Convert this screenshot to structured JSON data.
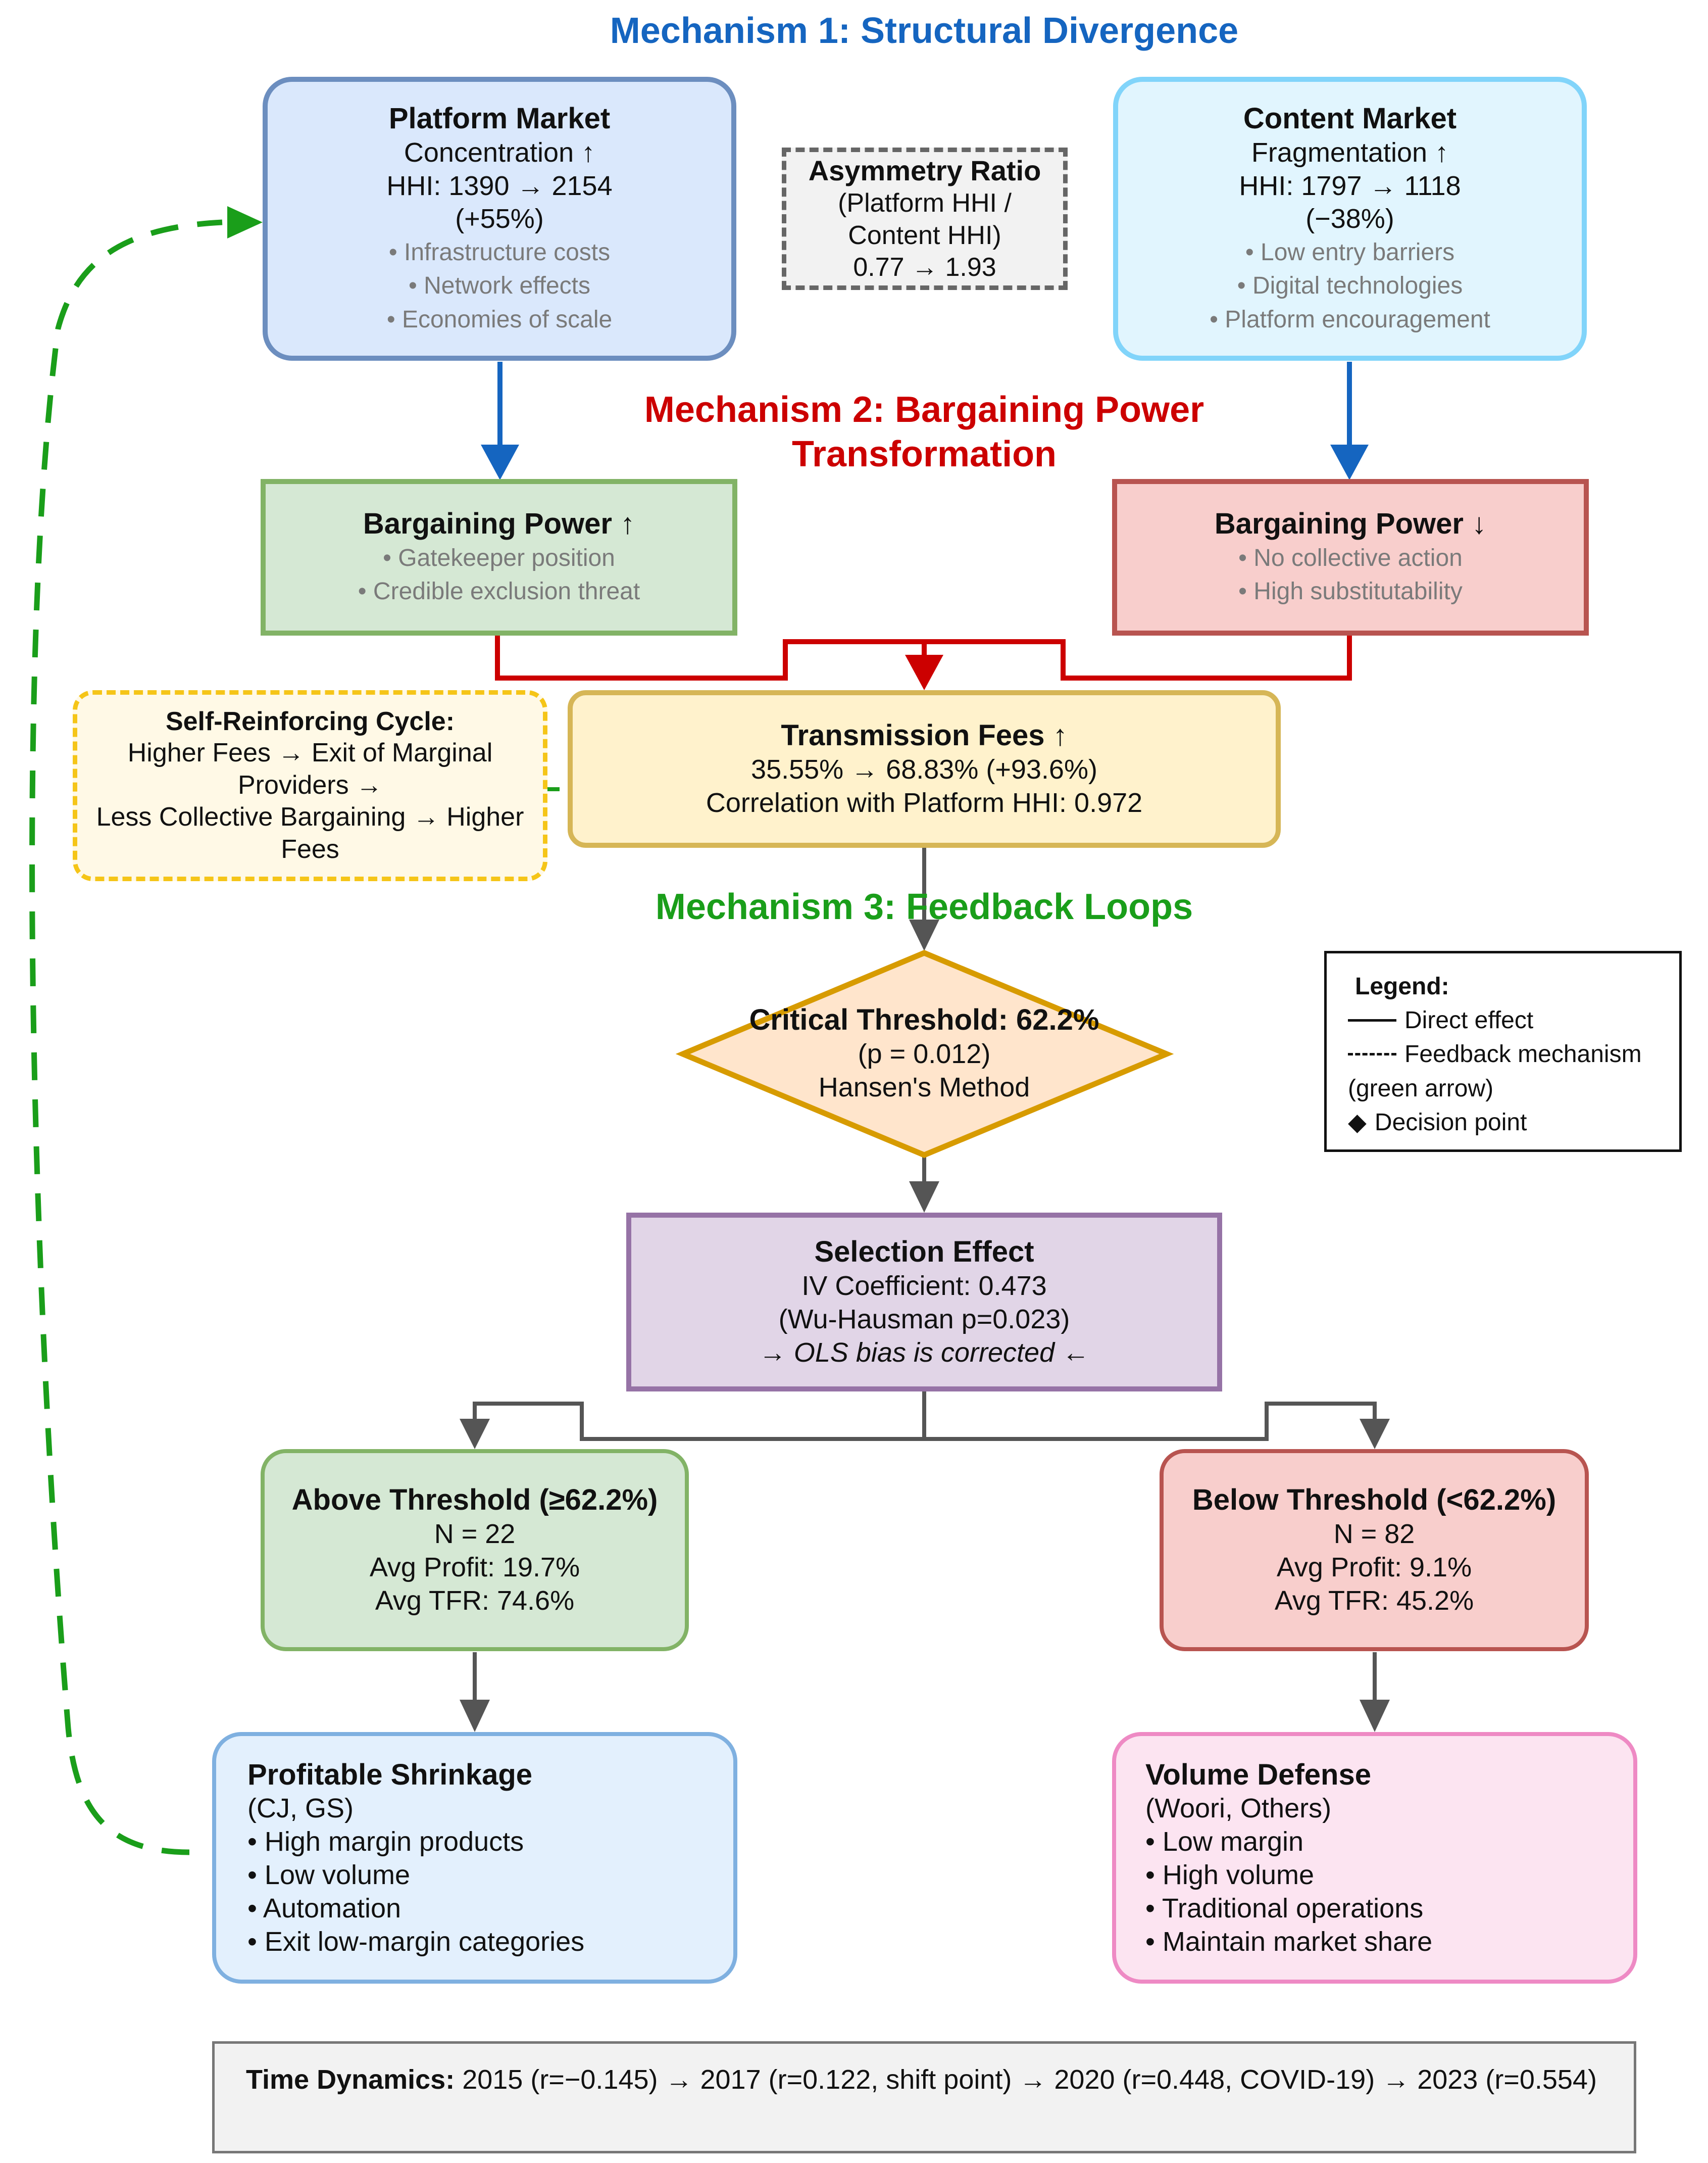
{
  "mechanisms": {
    "m1": "Mechanism 1: Structural Divergence",
    "m2_line1": "Mechanism 2: Bargaining Power",
    "m2_line2": "Transformation",
    "m3": "Mechanism 3: Feedback Loops"
  },
  "platform_market": {
    "title": "Platform Market",
    "subtitle": "Concentration ↑",
    "hhi": "HHI: 1390 → 2154",
    "change": "(+55%)",
    "bullets": [
      "• Infrastructure costs",
      "• Network effects",
      "• Economies of scale"
    ]
  },
  "content_market": {
    "title": "Content Market",
    "subtitle": "Fragmentation ↑",
    "hhi": "HHI: 1797 → 1118",
    "change": "(−38%)",
    "bullets": [
      "• Low entry barriers",
      "• Digital technologies",
      "• Platform encouragement"
    ]
  },
  "asymmetry": {
    "title": "Asymmetry Ratio",
    "lines": [
      "(Platform HHI /",
      "Content HHI)",
      "0.77 → 1.93"
    ]
  },
  "bargaining_up": {
    "title": "Bargaining Power ↑",
    "bullets": [
      "• Gatekeeper position",
      "• Credible exclusion threat"
    ]
  },
  "bargaining_down": {
    "title": "Bargaining Power ↓",
    "bullets": [
      "• No collective action",
      "• High substitutability"
    ]
  },
  "cycle": {
    "title": "Self-Reinforcing Cycle:",
    "lines": [
      "Higher Fees → Exit of Marginal",
      "Providers →",
      "Less Collective Bargaining → Higher",
      "Fees"
    ]
  },
  "transmission": {
    "title": "Transmission Fees ↑",
    "line1": "35.55% → 68.83% (+93.6%)",
    "line2": "Correlation with Platform HHI: 0.972"
  },
  "threshold": {
    "title": "Critical Threshold: 62.2%",
    "line1": "(p = 0.012)",
    "line2": "Hansen's Method"
  },
  "legend": {
    "title": "Legend:",
    "direct": "Direct effect",
    "feedback": "Feedback mechanism",
    "feedback_note": "(green arrow)",
    "decision": "Decision point"
  },
  "selection": {
    "title": "Selection Effect",
    "line1": "IV Coefficient: 0.473",
    "line2": "(Wu-Hausman p=0.023)",
    "line3": "→ OLS bias is corrected ←"
  },
  "above": {
    "title": "Above Threshold (≥62.2%)",
    "n": "N = 22",
    "profit": "Avg Profit: 19.7%",
    "tfr": "Avg TFR: 74.6%"
  },
  "below": {
    "title": "Below Threshold (<62.2%)",
    "n": "N = 82",
    "profit": "Avg Profit: 9.1%",
    "tfr": "Avg TFR: 45.2%"
  },
  "shrinkage": {
    "title": "Profitable Shrinkage",
    "sub": "(CJ, GS)",
    "bullets": [
      "• High margin products",
      "• Low volume",
      "• Automation",
      "• Exit low-margin categories"
    ]
  },
  "volume": {
    "title": "Volume Defense",
    "sub": "(Woori, Others)",
    "bullets": [
      "• Low margin",
      "• High volume",
      "• Traditional operations",
      "• Maintain market share"
    ]
  },
  "time_dynamics": {
    "label": "Time Dynamics:",
    "text": "2015 (r=−0.145) → 2017 (r=0.122, shift point) → 2020 (r=0.448, COVID-19) → 2023 (r=0.554)"
  },
  "colors": {
    "blue_arrow": "#1565c0",
    "red_arrow": "#cc0000",
    "green_feedback": "#1a9e1a",
    "gray_arrow": "#555555",
    "mech1": "#1565c0",
    "mech2": "#cc0000",
    "mech3": "#1a9e1a"
  }
}
